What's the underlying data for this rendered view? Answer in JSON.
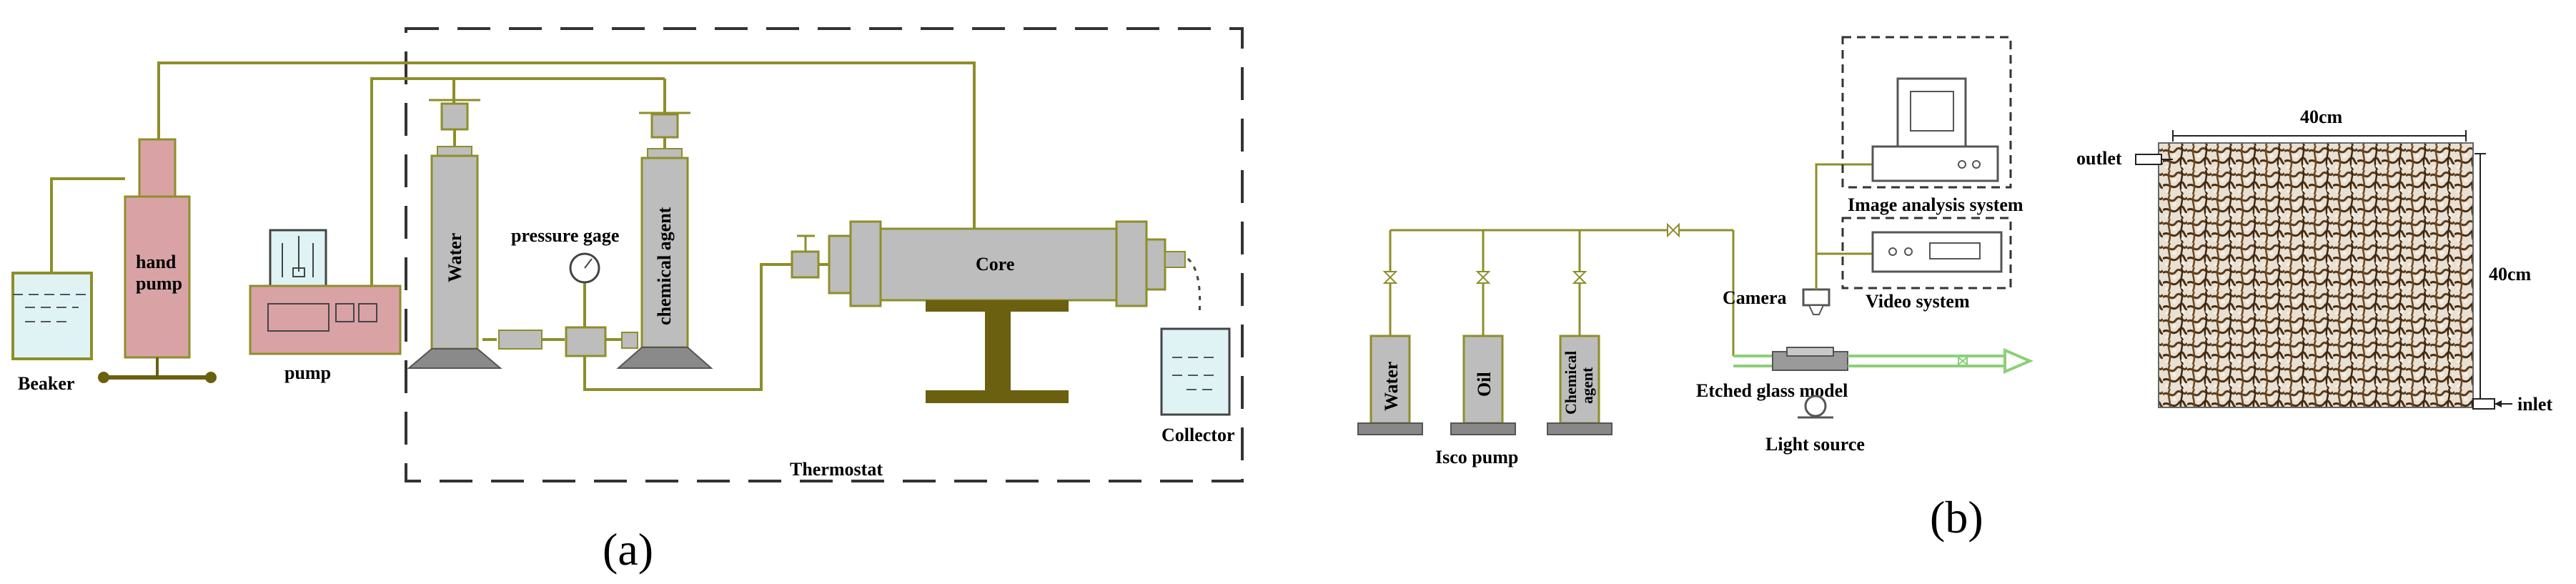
{
  "panel_a": {
    "beaker": "Beaker",
    "hand_pump_1": "hand",
    "hand_pump_2": "pump",
    "pump": "pump",
    "water": "Water",
    "pressure_gage": "pressure gage",
    "chemical_agent": "chemical agent",
    "core": "Core",
    "collector": "Collector",
    "thermostat": "Thermostat",
    "panel_label": "(a)"
  },
  "panel_b": {
    "water": "Water",
    "oil": "Oil",
    "chemical_1": "Chemical",
    "chemical_2": "agent",
    "isco_pump": "Isco pump",
    "camera": "Camera",
    "image_analysis": "Image analysis system",
    "video_system": "Video system",
    "etched_glass": "Etched glass model",
    "light_source": "Light source",
    "outlet": "outlet",
    "inlet": "inlet",
    "width_40cm": "40cm",
    "height_40cm": "40cm",
    "panel_label": "(b)"
  },
  "colors": {
    "line": "#8e8e2a",
    "green_line": "#8ccf7a",
    "gray_fill": "#bdbdbd",
    "pink_fill": "#d9a3a6",
    "water_fill": "#dff3f5",
    "stand": "#6b5f10",
    "dash": "#333333"
  }
}
